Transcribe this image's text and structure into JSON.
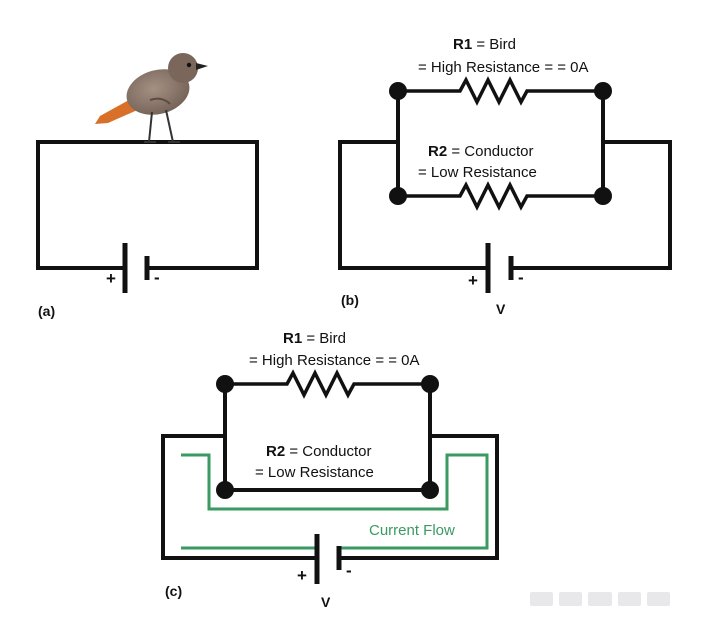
{
  "panel_a": {
    "tag": "(a)",
    "plus": "+",
    "minus": "-"
  },
  "panel_b": {
    "tag": "(b)",
    "r1_name": "R1",
    "r1_eq": "= Bird",
    "r1_sub": "= High Resistance = = 0A",
    "r2_name": "R2",
    "r2_eq": "= Conductor",
    "r2_sub": "= Low Resistance",
    "plus": "+",
    "minus": "-",
    "voltage": "V"
  },
  "panel_c": {
    "tag": "(c)",
    "r1_name": "R1",
    "r1_eq": "= Bird",
    "r1_sub": "= High Resistance = = 0A",
    "r2_name": "R2",
    "r2_eq": "= Conductor",
    "r2_sub": "= Low Resistance",
    "flow_label": "Current Flow",
    "plus": "+",
    "minus": "-",
    "voltage": "V"
  },
  "colors": {
    "wire": "#111111",
    "current_flow": "#3a9a62",
    "bird_body": "#8a7468",
    "bird_tail": "#d9702a"
  }
}
